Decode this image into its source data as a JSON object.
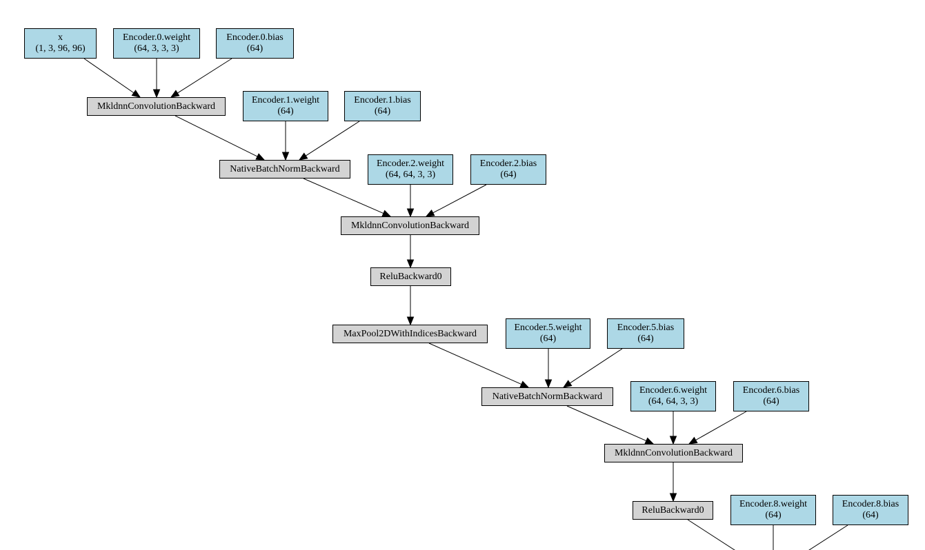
{
  "colors": {
    "param_fill": "#add8e6",
    "op_fill": "#d3d3d3",
    "stroke": "#000000",
    "background": "#ffffff"
  },
  "nodes": {
    "x": {
      "kind": "param",
      "label": "x",
      "shape": "(1, 3, 96, 96)"
    },
    "enc0_weight": {
      "kind": "param",
      "label": "Encoder.0.weight",
      "shape": "(64, 3, 3, 3)"
    },
    "enc0_bias": {
      "kind": "param",
      "label": "Encoder.0.bias",
      "shape": "(64)"
    },
    "conv1": {
      "kind": "op",
      "label": "MkldnnConvolutionBackward"
    },
    "enc1_weight": {
      "kind": "param",
      "label": "Encoder.1.weight",
      "shape": "(64)"
    },
    "enc1_bias": {
      "kind": "param",
      "label": "Encoder.1.bias",
      "shape": "(64)"
    },
    "bn1": {
      "kind": "op",
      "label": "NativeBatchNormBackward"
    },
    "enc2_weight": {
      "kind": "param",
      "label": "Encoder.2.weight",
      "shape": "(64, 64, 3, 3)"
    },
    "enc2_bias": {
      "kind": "param",
      "label": "Encoder.2.bias",
      "shape": "(64)"
    },
    "conv2": {
      "kind": "op",
      "label": "MkldnnConvolutionBackward"
    },
    "relu1": {
      "kind": "op",
      "label": "ReluBackward0"
    },
    "maxpool": {
      "kind": "op",
      "label": "MaxPool2DWithIndicesBackward"
    },
    "enc5_weight": {
      "kind": "param",
      "label": "Encoder.5.weight",
      "shape": "(64)"
    },
    "enc5_bias": {
      "kind": "param",
      "label": "Encoder.5.bias",
      "shape": "(64)"
    },
    "bn2": {
      "kind": "op",
      "label": "NativeBatchNormBackward"
    },
    "enc6_weight": {
      "kind": "param",
      "label": "Encoder.6.weight",
      "shape": "(64, 64, 3, 3)"
    },
    "enc6_bias": {
      "kind": "param",
      "label": "Encoder.6.bias",
      "shape": "(64)"
    },
    "conv3": {
      "kind": "op",
      "label": "MkldnnConvolutionBackward"
    },
    "relu2": {
      "kind": "op",
      "label": "ReluBackward0"
    },
    "enc8_weight": {
      "kind": "param",
      "label": "Encoder.8.weight",
      "shape": "(64)"
    },
    "enc8_bias": {
      "kind": "param",
      "label": "Encoder.8.bias",
      "shape": "(64)"
    }
  },
  "edges": [
    {
      "from": "x",
      "to": "conv1"
    },
    {
      "from": "enc0_weight",
      "to": "conv1"
    },
    {
      "from": "enc0_bias",
      "to": "conv1"
    },
    {
      "from": "conv1",
      "to": "bn1"
    },
    {
      "from": "enc1_weight",
      "to": "bn1"
    },
    {
      "from": "enc1_bias",
      "to": "bn1"
    },
    {
      "from": "bn1",
      "to": "conv2"
    },
    {
      "from": "enc2_weight",
      "to": "conv2"
    },
    {
      "from": "enc2_bias",
      "to": "conv2"
    },
    {
      "from": "conv2",
      "to": "relu1"
    },
    {
      "from": "relu1",
      "to": "maxpool"
    },
    {
      "from": "maxpool",
      "to": "bn2"
    },
    {
      "from": "enc5_weight",
      "to": "bn2"
    },
    {
      "from": "enc5_bias",
      "to": "bn2"
    },
    {
      "from": "bn2",
      "to": "conv3"
    },
    {
      "from": "enc6_weight",
      "to": "conv3"
    },
    {
      "from": "enc6_bias",
      "to": "conv3"
    },
    {
      "from": "conv3",
      "to": "relu2"
    },
    {
      "from": "relu2",
      "to": "next_op"
    },
    {
      "from": "enc8_weight",
      "to": "next_op"
    },
    {
      "from": "enc8_bias",
      "to": "next_op"
    }
  ]
}
